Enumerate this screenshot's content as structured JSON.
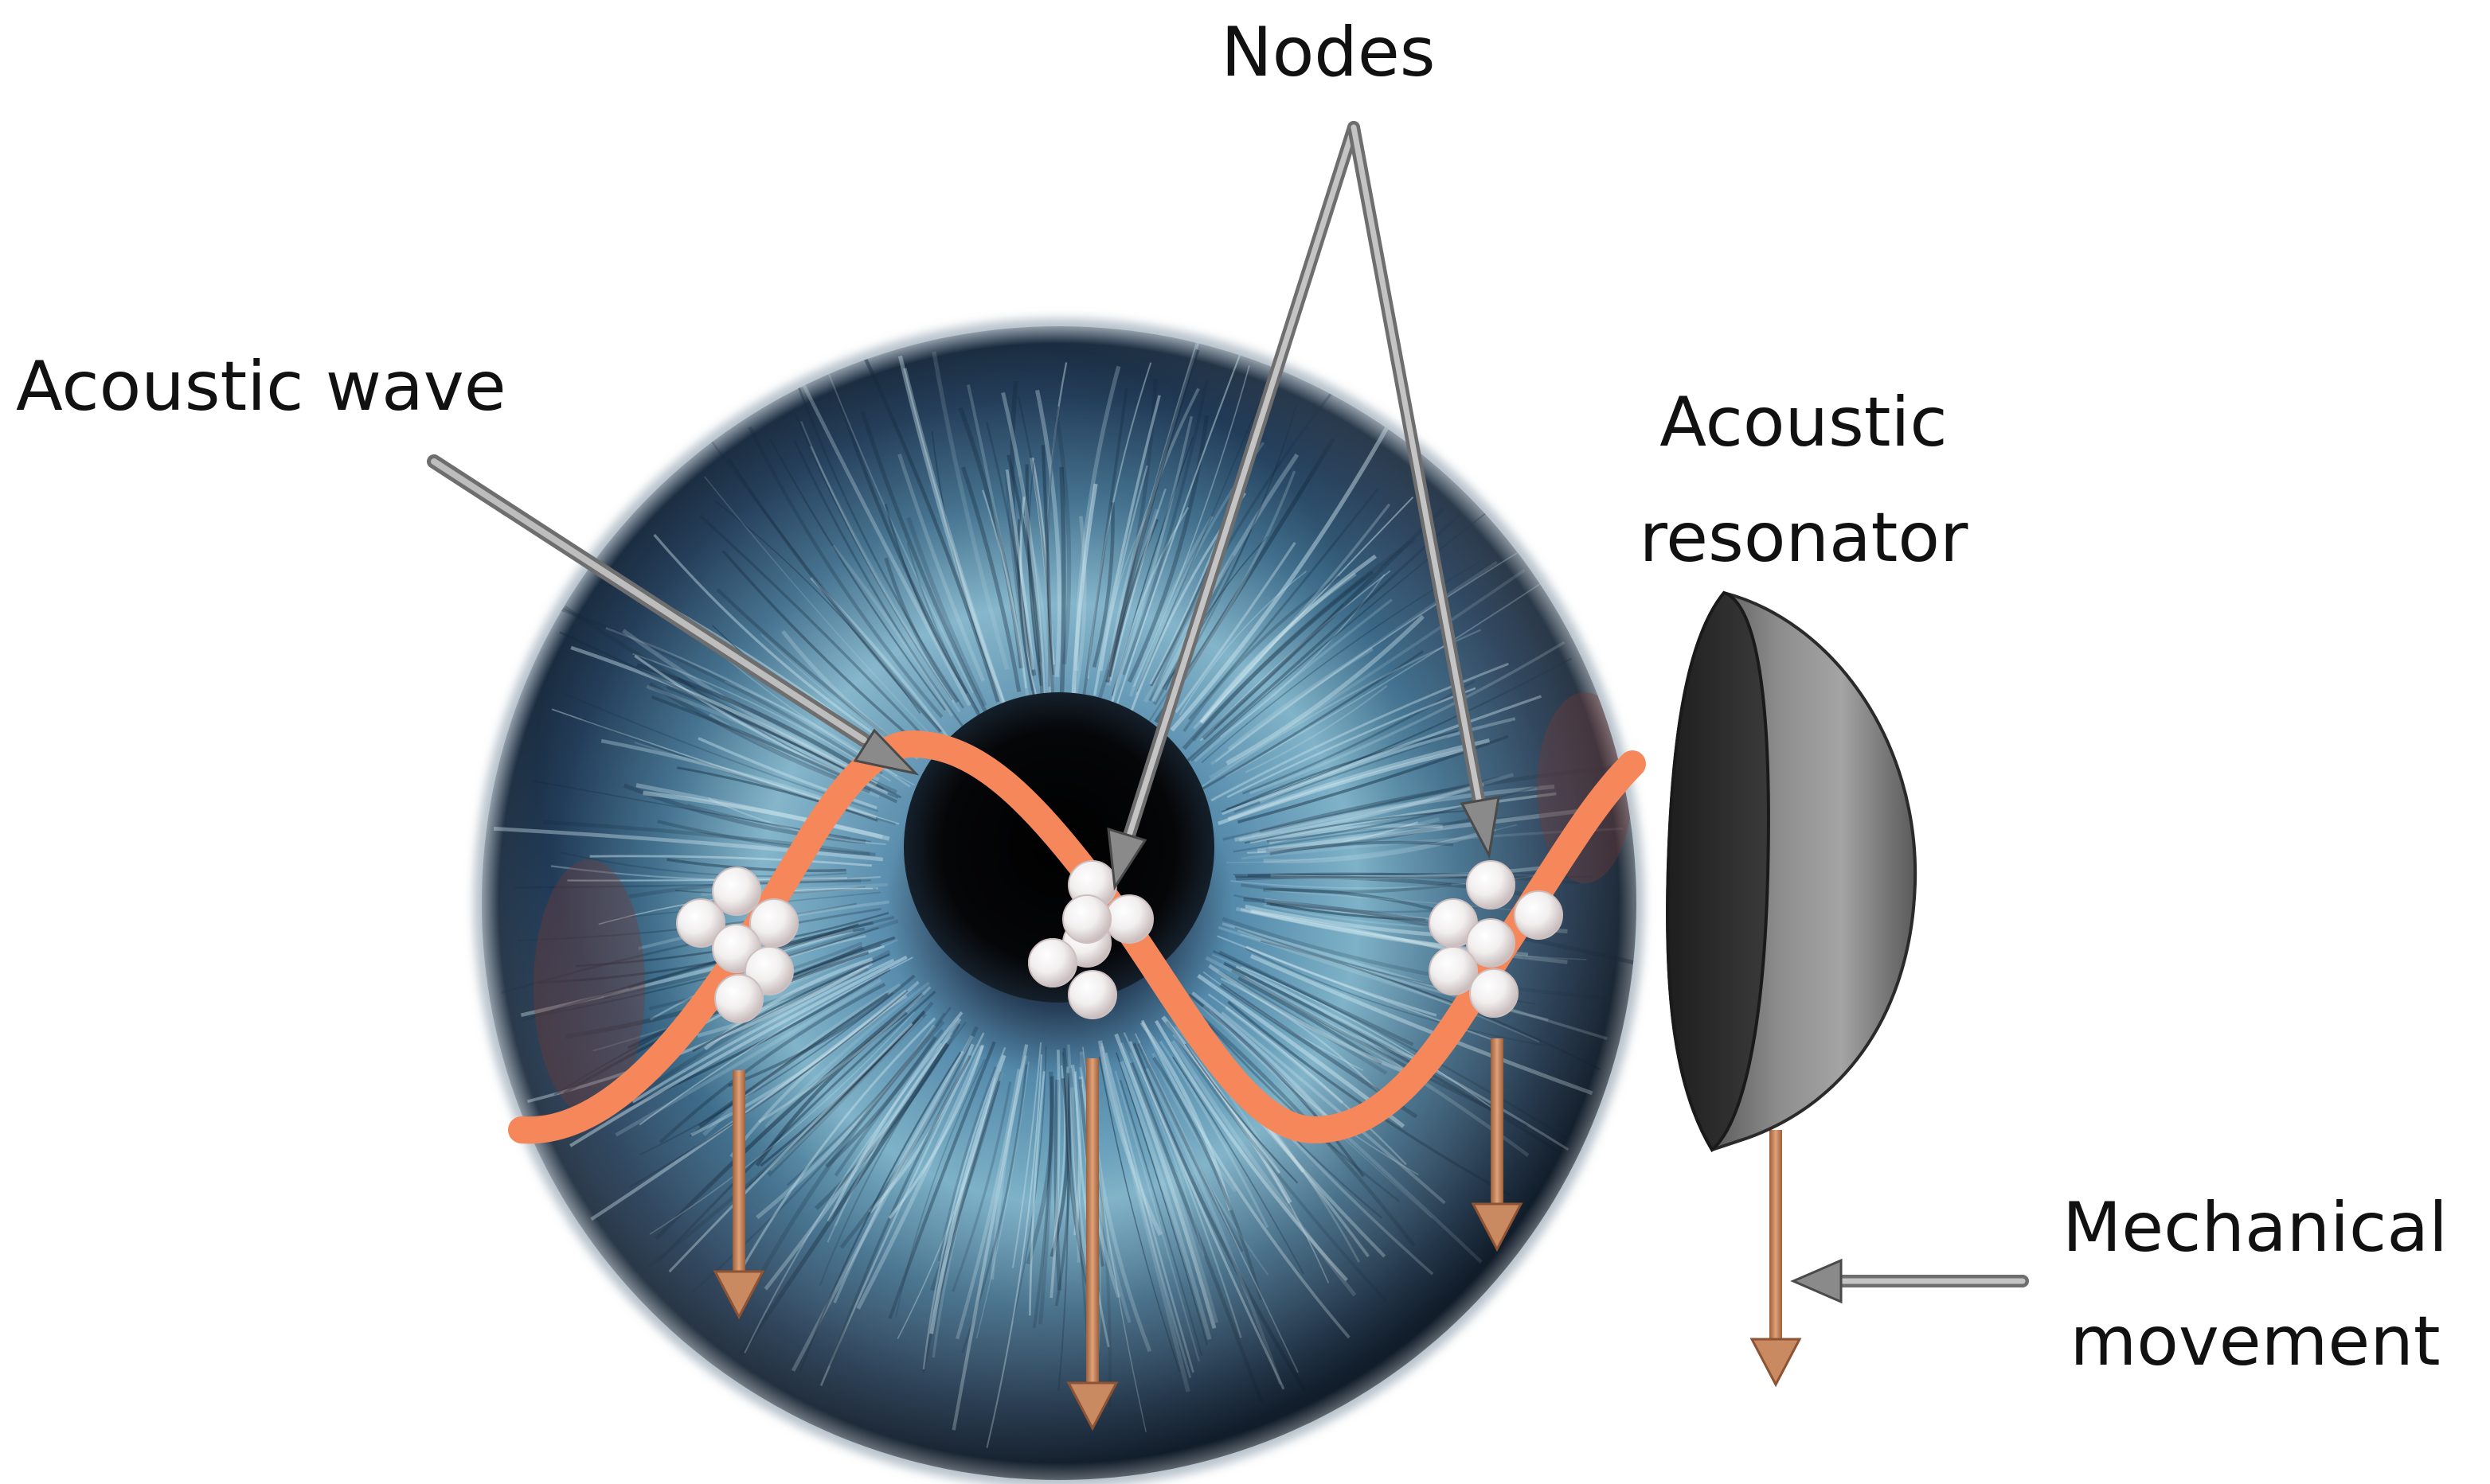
{
  "labels": {
    "nodes": "Nodes",
    "acoustic_wave": "Acoustic wave",
    "acoustic_resonator_line1": "Acoustic",
    "acoustic_resonator_line2": "resonator",
    "mechanical_movement_line1": "Mechanical",
    "mechanical_movement_line2": "movement"
  },
  "colors": {
    "background": "#ffffff",
    "wave": "#f5875a",
    "movement_arrow": "#c98a62",
    "pointer_arrow": "#8a8a8a",
    "iris_dark": "#1d3550",
    "iris_mid": "#3f6e8c",
    "iris_light": "#b9d8e4",
    "pupil": "#050608",
    "resonator_dark": "#2a2a2a",
    "resonator_light": "#9a9a9a",
    "particle": "#f4f4f4"
  },
  "node_clusters": 3,
  "particles_per_cluster": 6,
  "movement_arrows": 4,
  "icons": {
    "eye": "iris-eye-icon",
    "resonator": "hemisphere-resonator-icon",
    "particle": "sphere-particle-icon"
  }
}
